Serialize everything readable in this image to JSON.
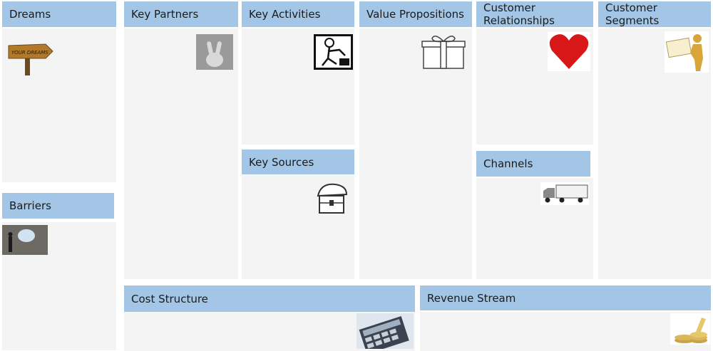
{
  "canvas": {
    "header_color": "#a4c6e6",
    "panel_color": "#f4f4f5"
  },
  "blocks": {
    "dreams": {
      "label": "Dreams",
      "icon": "signpost-icon",
      "sign_text": "YOUR DREAMS"
    },
    "barriers": {
      "label": "Barriers",
      "icon": "wall-hole-icon"
    },
    "key_partners": {
      "label": "Key Partners",
      "icon": "peace-hand-icon"
    },
    "key_activities": {
      "label": "Key Activities",
      "icon": "worker-icon"
    },
    "key_sources": {
      "label": "Key Sources",
      "icon": "treasure-chest-icon"
    },
    "value_propositions": {
      "label": "Value Propositions",
      "icon": "gift-box-icon"
    },
    "customer_relationships": {
      "label": "Customer\nRelationships",
      "icon": "heart-icon"
    },
    "channels": {
      "label": "Channels",
      "icon": "truck-icon"
    },
    "customer_segments": {
      "label": "Customer\nSegments",
      "icon": "person-certificate-icon"
    },
    "cost_structure": {
      "label": "Cost Structure",
      "icon": "calculator-icon"
    },
    "revenue_stream": {
      "label": "Revenue Stream",
      "icon": "money-stack-icon"
    }
  }
}
